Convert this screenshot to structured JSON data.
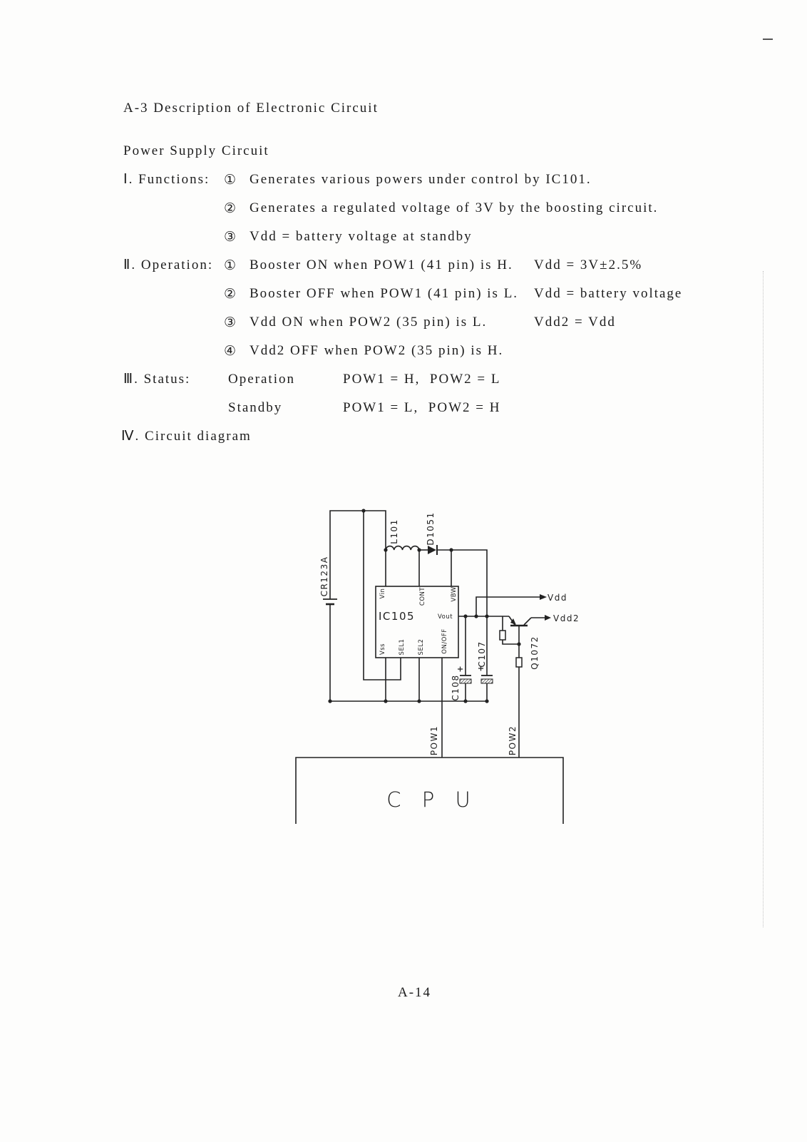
{
  "page": {
    "heading": "A-3 Description of Electronic Circuit",
    "section_title": "Power Supply Circuit",
    "functions": {
      "label": "Ⅰ. Functions:",
      "items": [
        {
          "marker": "①",
          "text": "Generates various powers under control by IC101."
        },
        {
          "marker": "②",
          "text": "Generates a regulated voltage of 3V by the boosting circuit."
        },
        {
          "marker": "③",
          "text": "Vdd = battery voltage at standby"
        }
      ]
    },
    "operation": {
      "label": "Ⅱ. Operation:",
      "items": [
        {
          "marker": "①",
          "text": "Booster ON when POW1 (41 pin) is H.",
          "result": "Vdd = 3V±2.5%"
        },
        {
          "marker": "②",
          "text": "Booster OFF when POW1 (41 pin) is L.",
          "result": "Vdd = battery voltage"
        },
        {
          "marker": "③",
          "text": "Vdd ON when POW2 (35 pin) is L.",
          "result": "Vdd2 = Vdd"
        },
        {
          "marker": "④",
          "text": "Vdd2 OFF when POW2 (35 pin) is H."
        }
      ]
    },
    "status": {
      "label": "Ⅲ. Status:",
      "rows": [
        {
          "mode": "Operation",
          "value": "POW1 = H,  POW2 = L"
        },
        {
          "mode": "Standby",
          "value": "POW1 = L,  POW2 = H"
        }
      ]
    },
    "diagram_label": "Ⅳ. Circuit diagram",
    "page_number": "A-14"
  },
  "circuit": {
    "battery": "CR123A",
    "inductor": "L101",
    "diode": "D1051",
    "ic": {
      "name": "IC105",
      "pins": {
        "vin": "Vin",
        "cont": "CONT",
        "vbw": "VBW",
        "vout": "Vout",
        "vss": "Vss",
        "sel1": "SEL1",
        "sel2": "SEL2",
        "on_off": "ON/OFF"
      }
    },
    "cap_c108": "C108",
    "cap_c107": "C107",
    "transistor": "Q1072",
    "outputs": {
      "vdd": "Vdd",
      "vdd2": "Vdd2"
    },
    "signals": {
      "pow1": "POW1",
      "pow2": "POW2"
    },
    "cpu": "C P U"
  }
}
